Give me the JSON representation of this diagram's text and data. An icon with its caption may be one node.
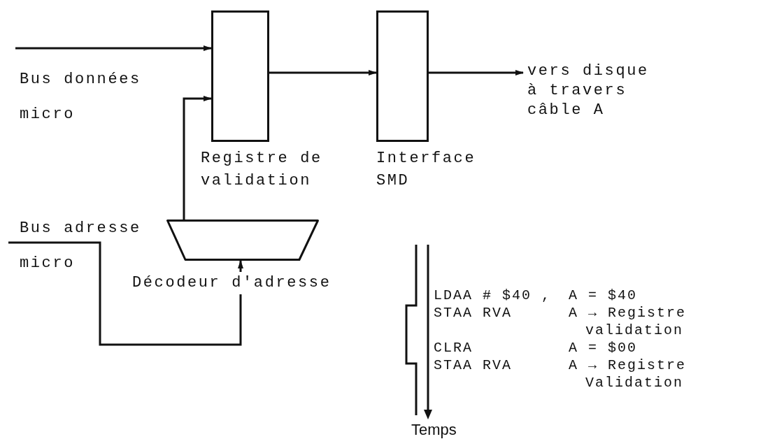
{
  "diagram": {
    "nodes": [
      {
        "text": [
          "Registre de validation"
        ]
      },
      {
        "text": [
          "Interface SMD"
        ]
      },
      {
        "text": [
          "Décodeur d'adresse"
        ]
      },
      {
        "text": [
          "Bus données micro"
        ]
      },
      {
        "text": [
          "vers disque à travers câble A"
        ]
      },
      {
        "text": [
          "Bus adresse micro"
        ]
      }
    ],
    "edges": [
      {
        "from": 3,
        "to": 0,
        "arrow": "to"
      },
      {
        "from": 0,
        "to": 1,
        "arrow": "to"
      },
      {
        "from": 1,
        "to": 4,
        "arrow": "to"
      },
      {
        "from": 2,
        "to": 0,
        "arrow": "to"
      },
      {
        "from": 5,
        "to": 2,
        "arrow": "to"
      }
    ],
    "labels": [
      "LDAA # $40 ,",
      "A = $40",
      "STAA RVA",
      "A → Registre validation",
      "CLRA",
      "A = $00",
      "STAA RVA",
      "A → Registre Validation",
      "Temps"
    ]
  }
}
